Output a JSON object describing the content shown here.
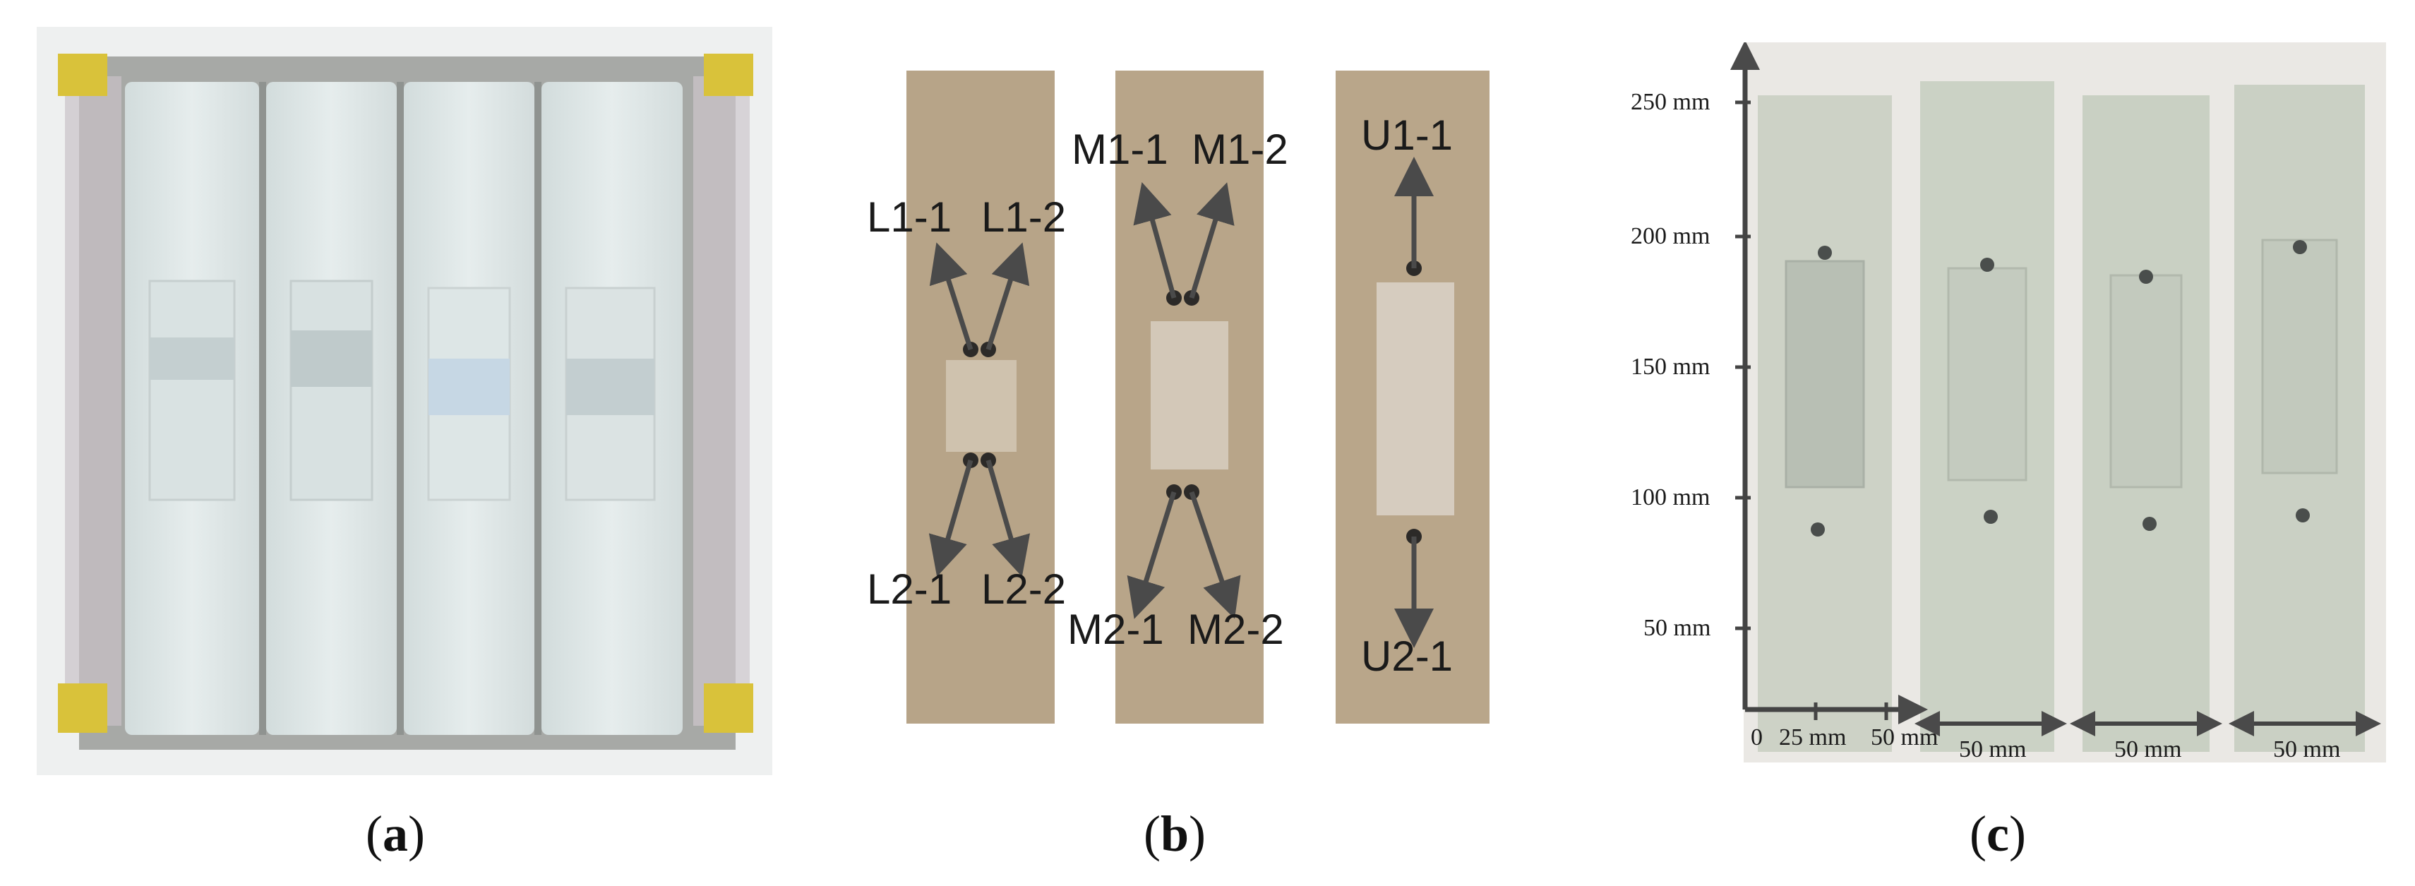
{
  "panel_a": {
    "caption_open": "(",
    "caption_letter": "a",
    "caption_close": ")"
  },
  "panel_b": {
    "caption_open": "(",
    "caption_letter": "b",
    "caption_close": ")",
    "labels": {
      "l11": "L1-1",
      "l12": "L1-2",
      "l21": "L2-1",
      "l22": "L2-2",
      "m11": "M1-1",
      "m12": "M1-2",
      "m21": "M2-1",
      "m22": "M2-2",
      "u11": "U1-1",
      "u21": "U2-1"
    }
  },
  "panel_c": {
    "caption_open": "(",
    "caption_letter": "c",
    "caption_close": ")",
    "y_ticks": [
      "250 mm",
      "200 mm",
      "150 mm",
      "100 mm",
      "50 mm"
    ],
    "x_zero": "0",
    "x_ticks": [
      "25 mm",
      "50 mm"
    ],
    "width_labels": [
      "50 mm",
      "50 mm",
      "50 mm"
    ]
  },
  "colors": {
    "specimen_tan": "#b8a589",
    "specimen_white": "#dfe6e6",
    "specimen_green": "#cdd3c8",
    "arrow_gray": "#4a4a4a"
  }
}
